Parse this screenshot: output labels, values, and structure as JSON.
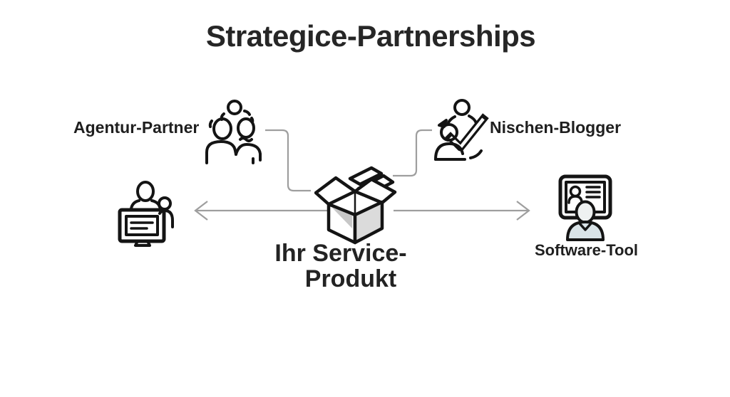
{
  "title": "Strategice-Partnerships",
  "colors": {
    "ink": "#1f1f1f",
    "icon_stroke": "#141414",
    "connector": "#9e9e9e",
    "box_face": "#dbdbdb",
    "box_shadow_fill": "#c7c7c7",
    "person_fill": "#d9e3e7",
    "head_fill": "#eef1f1",
    "background": "#ffffff"
  },
  "nodes": {
    "agentur": {
      "label": "Agentur-Partner",
      "icon": "team-group-icon"
    },
    "nischen": {
      "label": "Nischen-Blogger",
      "icon": "person-checkmark-icon"
    },
    "software": {
      "label": "Software-Tool",
      "icon": "user-on-screen-icon"
    },
    "workstation": {
      "icon": "people-at-monitor-icon"
    },
    "product": {
      "line1": "Ihr Service-",
      "line2": "Produkt",
      "icon": "open-box-icon"
    }
  },
  "connectors": {
    "left_elbow": "from Agentur-Partner icon down to product box",
    "right_elbow": "from Nischen-Blogger icon down to product box",
    "arrow_left": "from product box pointing left to people-at-monitor",
    "arrow_right": "from product box pointing right to Software-Tool"
  }
}
